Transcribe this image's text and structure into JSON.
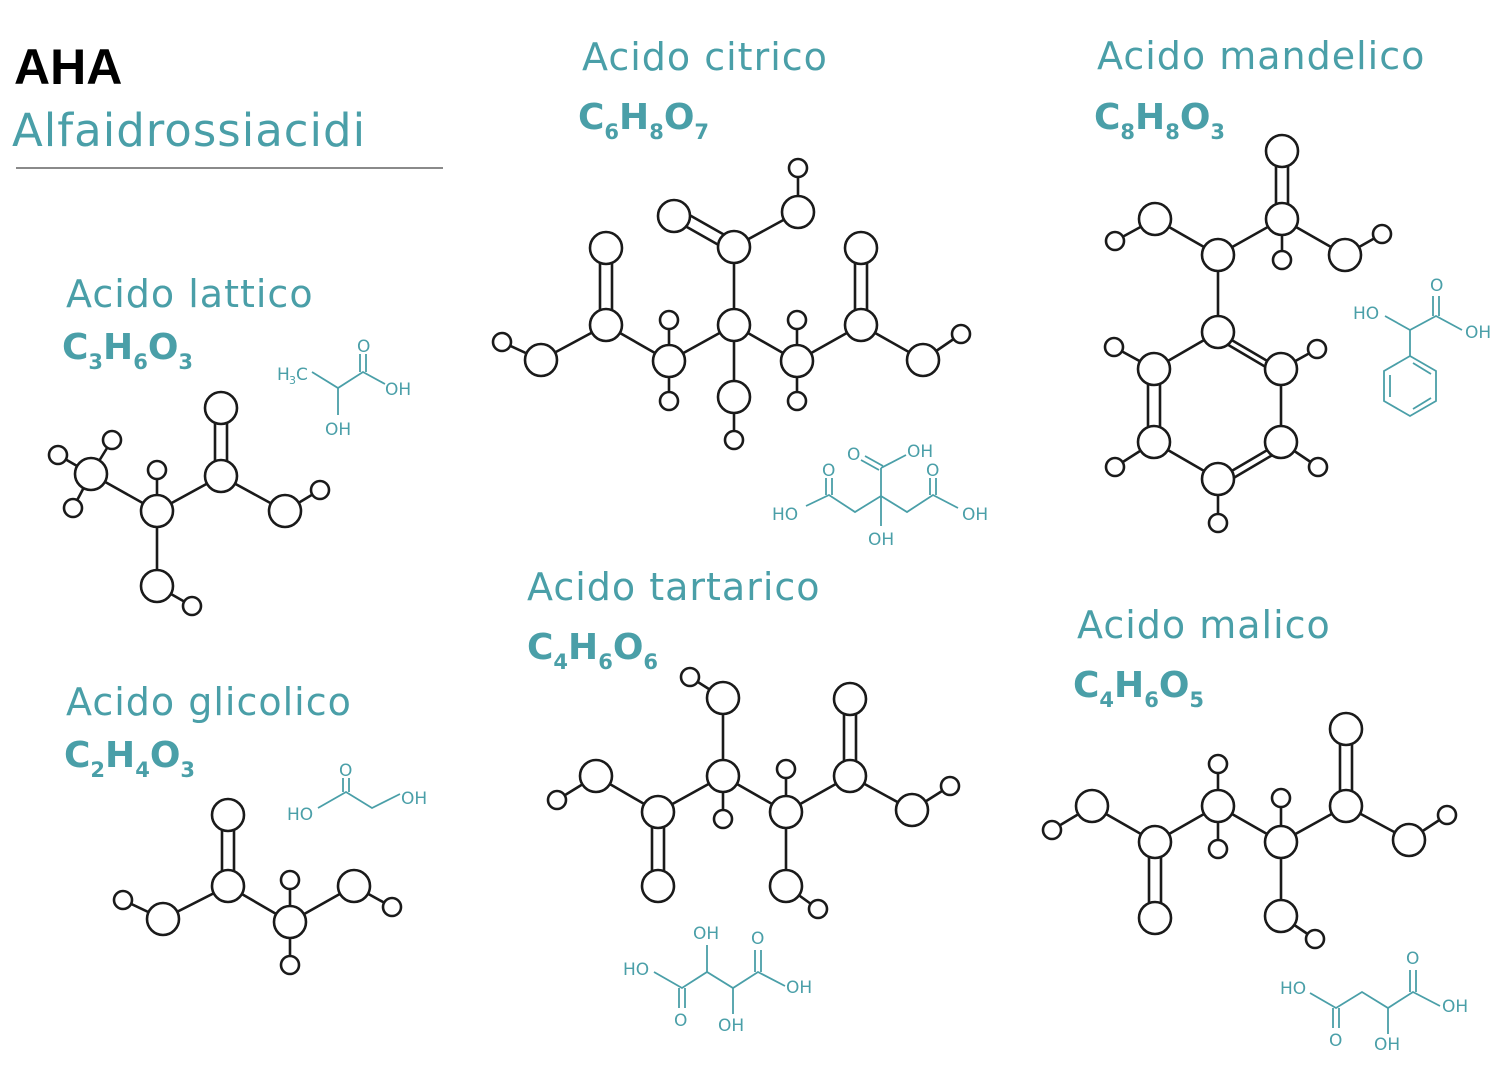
{
  "header": {
    "title": "AHA",
    "subtitle": "Alfaidrossiacidi"
  },
  "molecules": [
    {
      "key": "lattico",
      "name": "Acido lattico",
      "formula": [
        {
          "el": "C",
          "n": "3"
        },
        {
          "el": "H",
          "n": "6"
        },
        {
          "el": "O",
          "n": "3"
        }
      ]
    },
    {
      "key": "glicolico",
      "name": "Acido glicolico",
      "formula": [
        {
          "el": "C",
          "n": "2"
        },
        {
          "el": "H",
          "n": "4"
        },
        {
          "el": "O",
          "n": "3"
        }
      ]
    },
    {
      "key": "citrico",
      "name": "Acido citrico",
      "formula": [
        {
          "el": "C",
          "n": "6"
        },
        {
          "el": "H",
          "n": "8"
        },
        {
          "el": "O",
          "n": "7"
        }
      ]
    },
    {
      "key": "tartarico",
      "name": "Acido tartarico",
      "formula": [
        {
          "el": "C",
          "n": "4"
        },
        {
          "el": "H",
          "n": "6"
        },
        {
          "el": "O",
          "n": "6"
        }
      ]
    },
    {
      "key": "mandelico",
      "name": "Acido mandelico",
      "formula": [
        {
          "el": "C",
          "n": "8"
        },
        {
          "el": "H",
          "n": "8"
        },
        {
          "el": "O",
          "n": "3"
        }
      ]
    },
    {
      "key": "malico",
      "name": "Acido malico",
      "formula": [
        {
          "el": "C",
          "n": "4"
        },
        {
          "el": "H",
          "n": "6"
        },
        {
          "el": "O",
          "n": "5"
        }
      ]
    }
  ],
  "skeletal_labels": {
    "lattico": {
      "h3c_main": "H",
      "h3c_sub": "3",
      "h3c_tail": "C",
      "o": "O",
      "oh1": "OH",
      "oh2": "OH"
    },
    "glicolico": {
      "o": "O",
      "ho": "HO",
      "oh": "OH"
    },
    "citrico": {
      "o_top": "O",
      "oh_top": "OH",
      "o_left": "O",
      "o_right": "O",
      "ho": "HO",
      "oh_right": "OH",
      "oh_bottom": "OH"
    },
    "tartarico": {
      "oh_top": "OH",
      "o_top": "O",
      "ho": "HO",
      "oh_right": "OH",
      "o_bottom": "O",
      "oh_bottom": "OH"
    },
    "mandelico": {
      "o": "O",
      "ho": "HO",
      "oh": "OH"
    },
    "malico": {
      "o_top": "O",
      "ho": "HO",
      "oh_right": "OH",
      "o_bottom": "O",
      "oh_bottom": "OH"
    }
  },
  "colors": {
    "accent": "#4a9fa8",
    "ink": "#1a1a1a",
    "rule": "#8a8a8a"
  }
}
